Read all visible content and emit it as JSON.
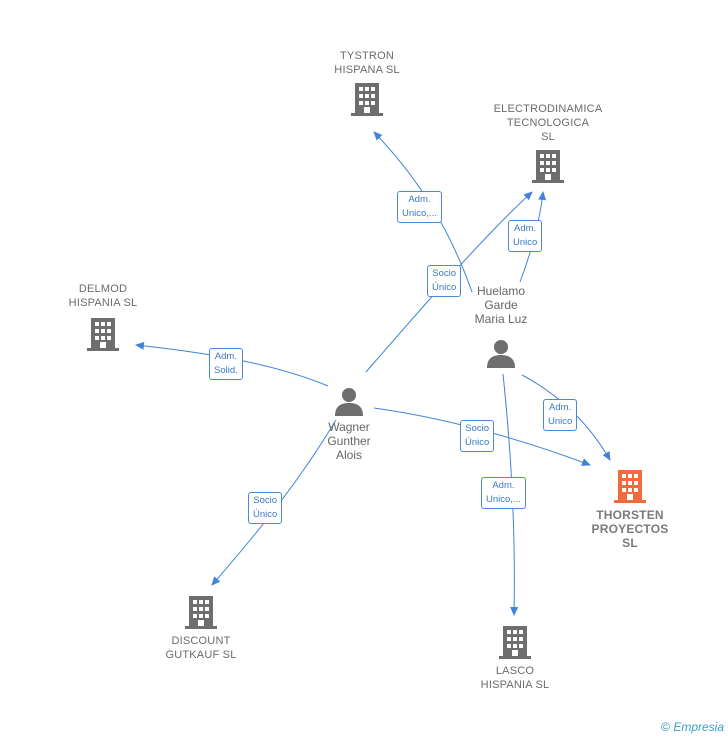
{
  "colors": {
    "edge": "#3f84d6",
    "building": "#6e6e6e",
    "focus": "#f26a3d",
    "person": "#6e6e6e"
  },
  "nodes": {
    "tystron": {
      "label": "TYSTRON\nHISPANA  SL",
      "icon": "building-icon"
    },
    "electrodinamica": {
      "label": "ELECTRODINAMICA\nTECNOLOGICA\nSL",
      "icon": "building-icon"
    },
    "delmod": {
      "label": "DELMOD\nHISPANIA SL",
      "icon": "building-icon"
    },
    "huelamo": {
      "label": "Huelamo\nGarde\nMaria Luz",
      "icon": "person-icon"
    },
    "wagner": {
      "label": "Wagner\nGunther\nAlois",
      "icon": "person-icon"
    },
    "thorsten": {
      "label": "THORSTEN\nPROYECTOS\nSL",
      "icon": "building-icon"
    },
    "discount": {
      "label": "DISCOUNT\nGUTKAUF  SL",
      "icon": "building-icon"
    },
    "lasco": {
      "label": "LASCO\nHISPANIA SL",
      "icon": "building-icon"
    }
  },
  "relations": {
    "r1": "Adm.\nUnico,...",
    "r2": "Socio\nÚnico",
    "r3": "Adm.\nUnico",
    "r4": "Adm.\nSolid.",
    "r5": "Socio\nÚnico",
    "r6": "Adm.\nUnico",
    "r7": "Socio\nÚnico",
    "r8": "Adm.\nUnico,..."
  },
  "footer": {
    "copyright": "©",
    "brand": "Empresia"
  }
}
